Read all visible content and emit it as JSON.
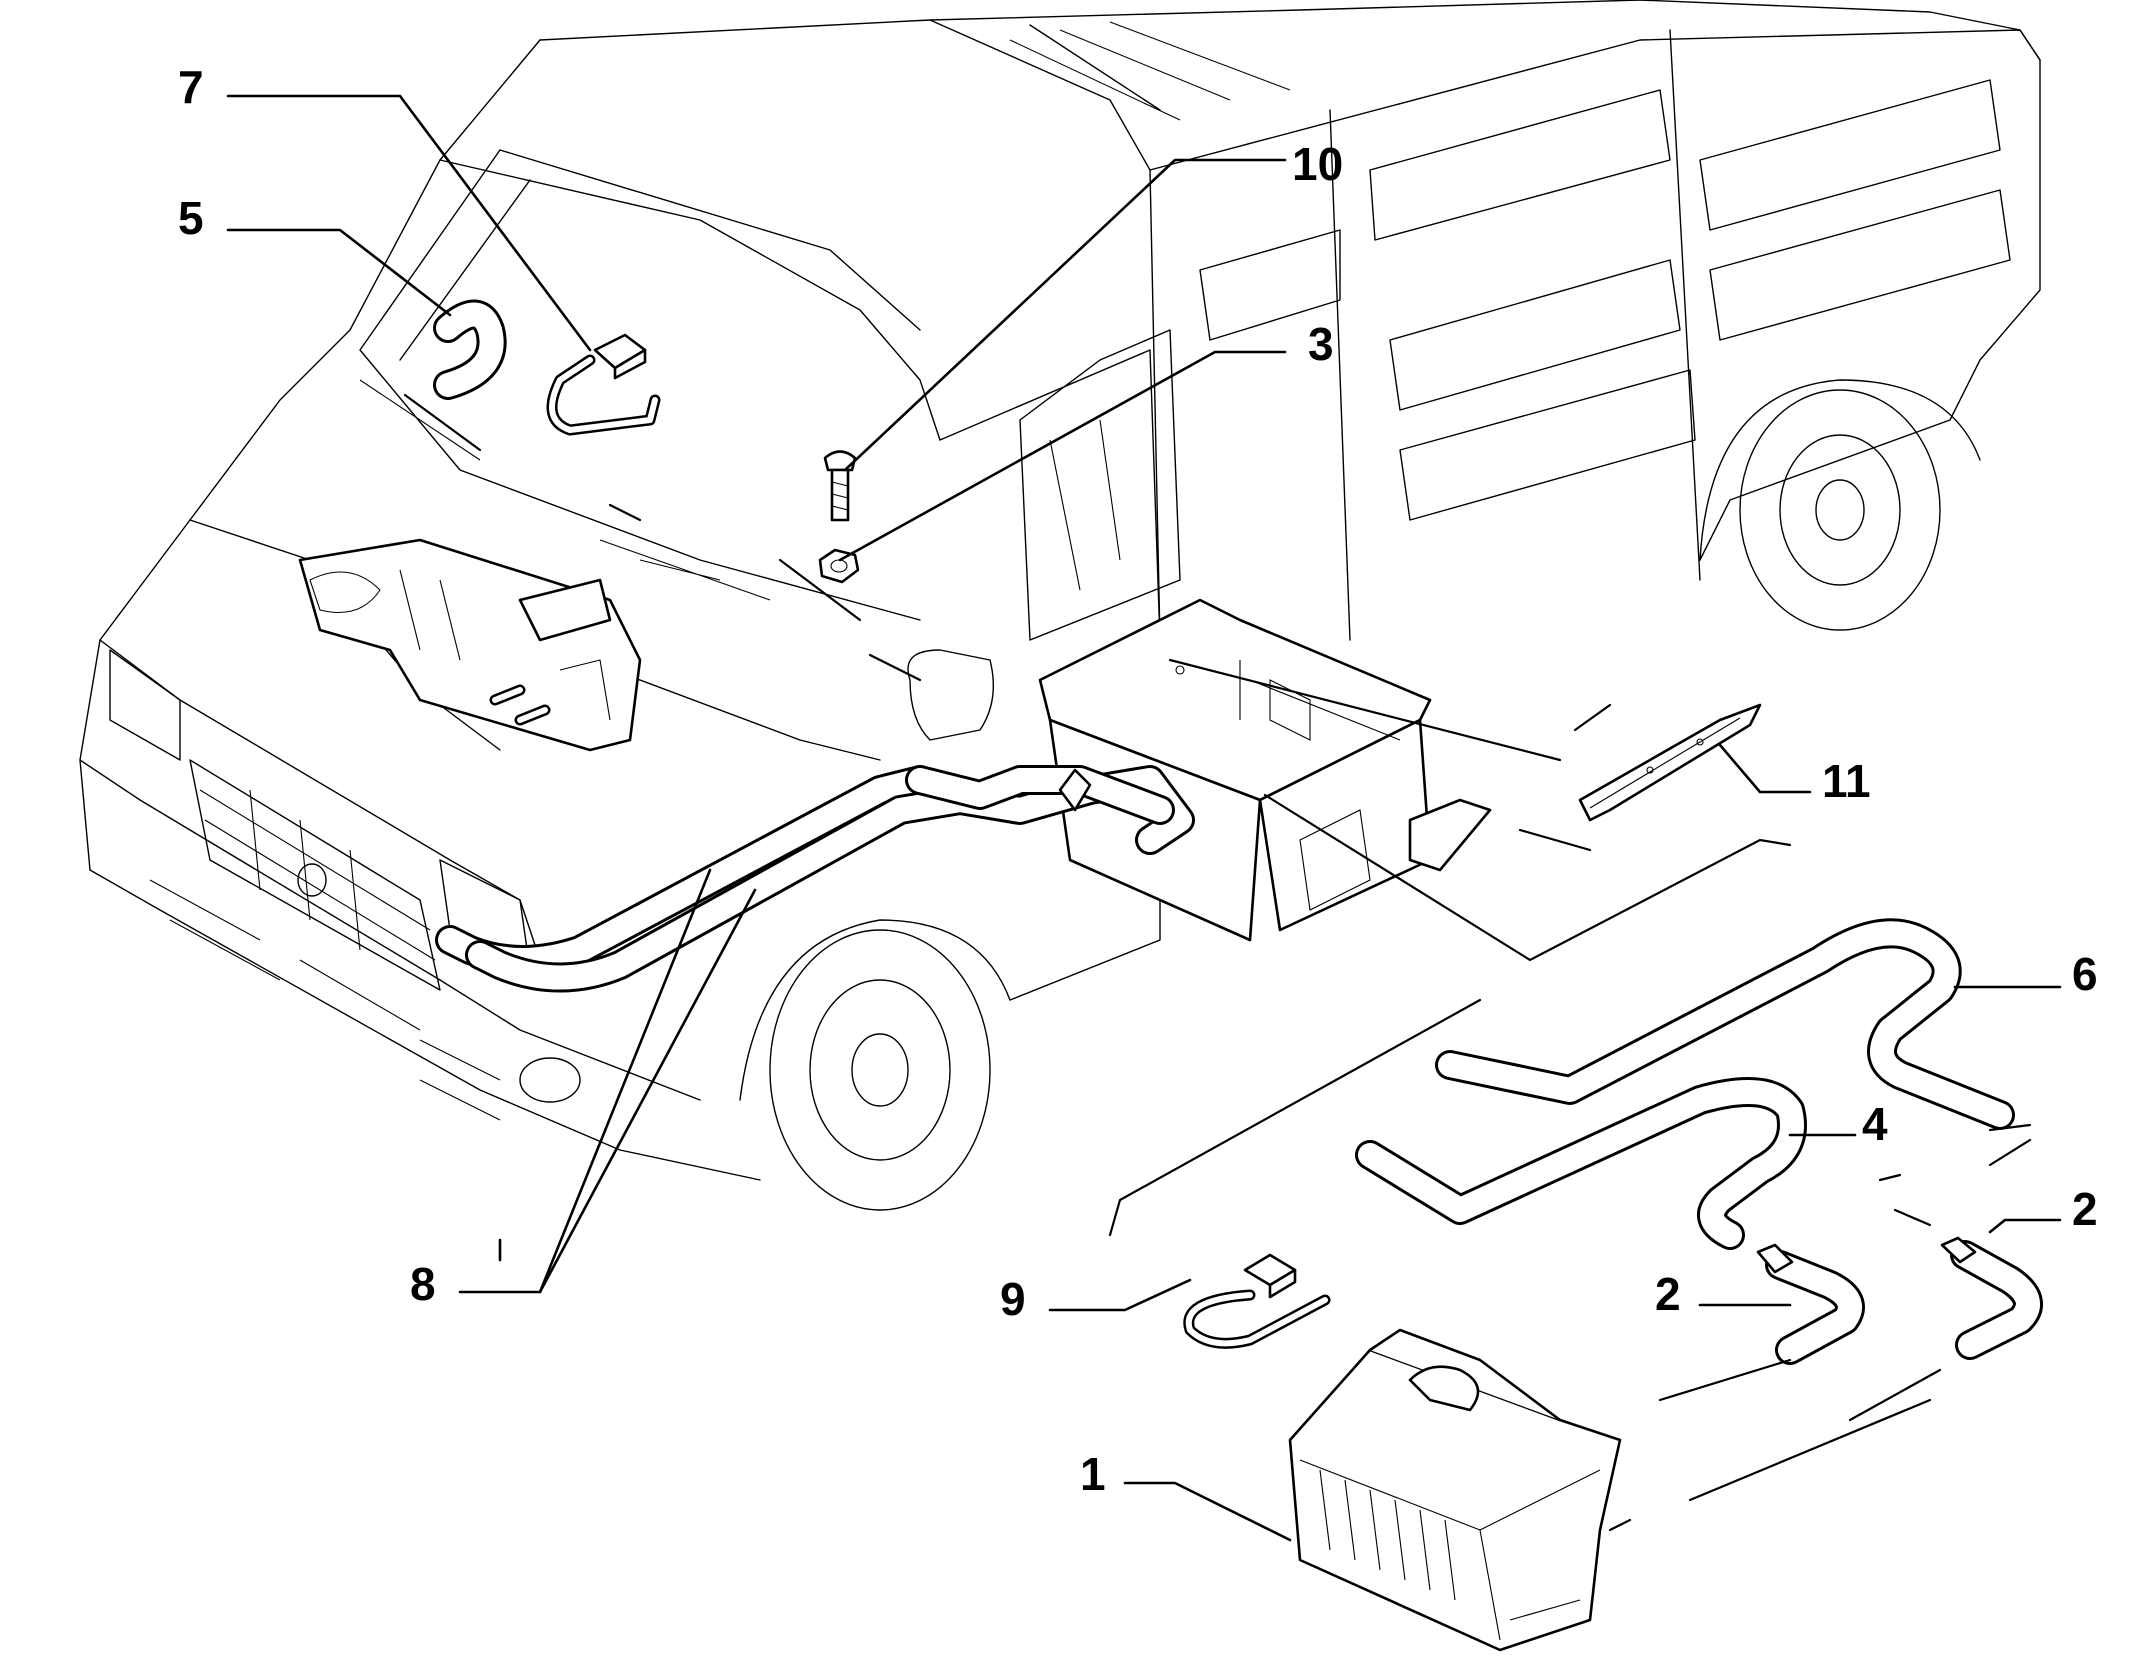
{
  "labels": {
    "l1": "1",
    "l2a": "2",
    "l2b": "2",
    "l3": "3",
    "l4": "4",
    "l5": "5",
    "l6": "6",
    "l7": "7",
    "l8": "8",
    "l9": "9",
    "l10": "10",
    "l11": "11"
  }
}
